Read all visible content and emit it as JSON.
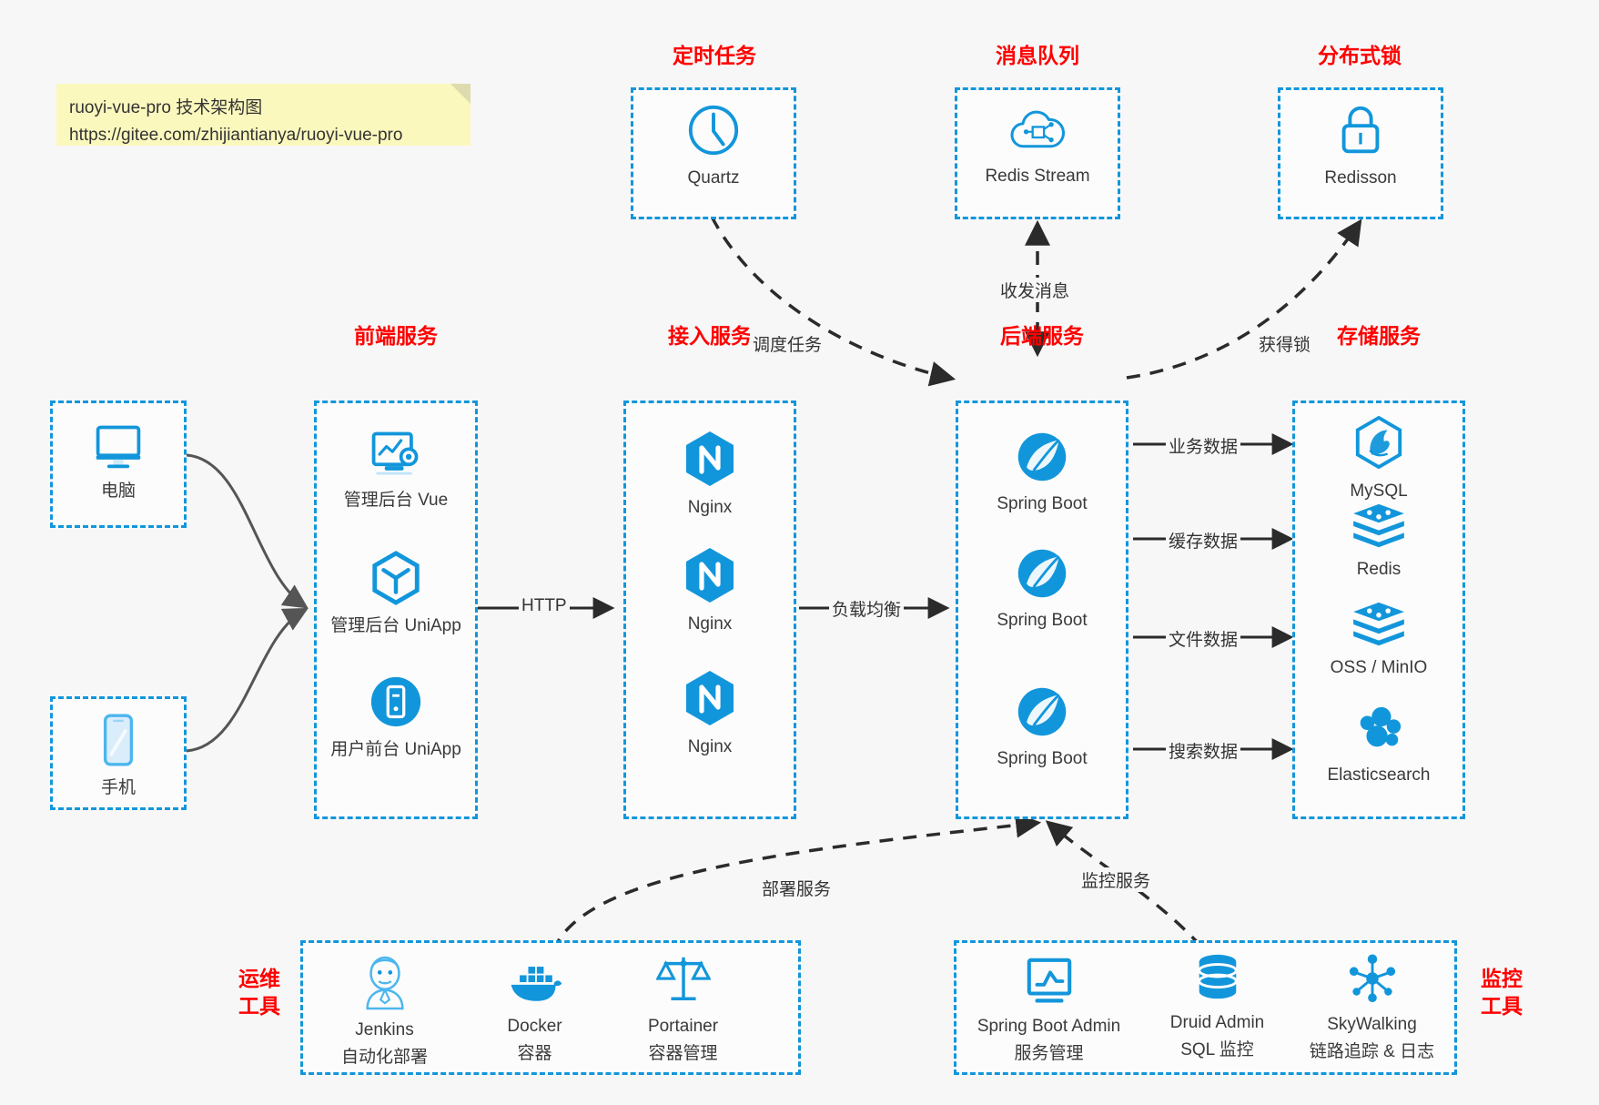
{
  "note": {
    "line1": "ruoyi-vue-pro 技术架构图",
    "line2": "https://gitee.com/zhijiantianya/ruoyi-vue-pro"
  },
  "colors": {
    "accent_blue": "#1296db",
    "title_red": "#ff0000",
    "arrow_gray": "#555555",
    "arrow_black": "#333333",
    "note_yellow": "#fbf8bd",
    "page_bg": "#f7f7f7"
  },
  "groups": {
    "scheduler": {
      "title": "定时任务"
    },
    "mq": {
      "title": "消息队列"
    },
    "lock": {
      "title": "分布式锁"
    },
    "frontend": {
      "title": "前端服务"
    },
    "gateway": {
      "title": "接入服务"
    },
    "backend": {
      "title": "后端服务"
    },
    "storage": {
      "title": "存储服务"
    },
    "devops": {
      "title_line1": "运维",
      "title_line2": "工具"
    },
    "monitor": {
      "title_line1": "监控",
      "title_line2": "工具"
    }
  },
  "nodes": {
    "quartz": {
      "label": "Quartz",
      "icon": "clock-icon"
    },
    "redis_stream": {
      "label": "Redis Stream",
      "icon": "cloud-network-icon"
    },
    "redisson": {
      "label": "Redisson",
      "icon": "lock-icon"
    },
    "pc": {
      "label": "电脑",
      "icon": "desktop-monitor-icon"
    },
    "phone": {
      "label": "手机",
      "icon": "smartphone-icon"
    },
    "admin_vue": {
      "label": "管理后台 Vue",
      "icon": "dashboard-gear-icon"
    },
    "admin_uniapp": {
      "label": "管理后台 UniApp",
      "icon": "uniapp-hexagon-icon"
    },
    "user_uniapp": {
      "label": "用户前台 UniApp",
      "icon": "mobile-circle-icon"
    },
    "nginx1": {
      "label": "Nginx",
      "icon": "nginx-icon"
    },
    "nginx2": {
      "label": "Nginx",
      "icon": "nginx-icon"
    },
    "nginx3": {
      "label": "Nginx",
      "icon": "nginx-icon"
    },
    "springboot1": {
      "label": "Spring Boot",
      "icon": "spring-leaf-icon"
    },
    "springboot2": {
      "label": "Spring Boot",
      "icon": "spring-leaf-icon"
    },
    "springboot3": {
      "label": "Spring Boot",
      "icon": "spring-leaf-icon"
    },
    "mysql": {
      "label": "MySQL",
      "icon": "mysql-dolphin-icon"
    },
    "redis": {
      "label": "Redis",
      "icon": "redis-stack-icon"
    },
    "oss": {
      "label": "OSS / MinIO",
      "icon": "redis-stack-icon"
    },
    "elasticsearch": {
      "label": "Elasticsearch",
      "icon": "elasticsearch-icon"
    },
    "jenkins": {
      "label": "Jenkins",
      "sub": "自动化部署",
      "icon": "jenkins-butler-icon"
    },
    "docker": {
      "label": "Docker",
      "sub": "容器",
      "icon": "docker-whale-icon"
    },
    "portainer": {
      "label": "Portainer",
      "sub": "容器管理",
      "icon": "scales-icon"
    },
    "sba": {
      "label": "Spring Boot Admin",
      "sub": "服务管理",
      "icon": "monitor-chart-icon"
    },
    "druid": {
      "label": "Druid Admin",
      "sub": "SQL 监控",
      "icon": "database-icon"
    },
    "skywalking": {
      "label": "SkyWalking",
      "sub": "链路追踪 & 日志",
      "icon": "skywalking-node-icon"
    }
  },
  "edges": {
    "schedule_task": "调度任务",
    "send_receive_message": "收发消息",
    "acquire_lock": "获得锁",
    "http": "HTTP",
    "load_balance": "负载均衡",
    "business_data": "业务数据",
    "cache_data": "缓存数据",
    "file_data": "文件数据",
    "search_data": "搜索数据",
    "deploy_service": "部署服务",
    "monitor_service": "监控服务"
  }
}
